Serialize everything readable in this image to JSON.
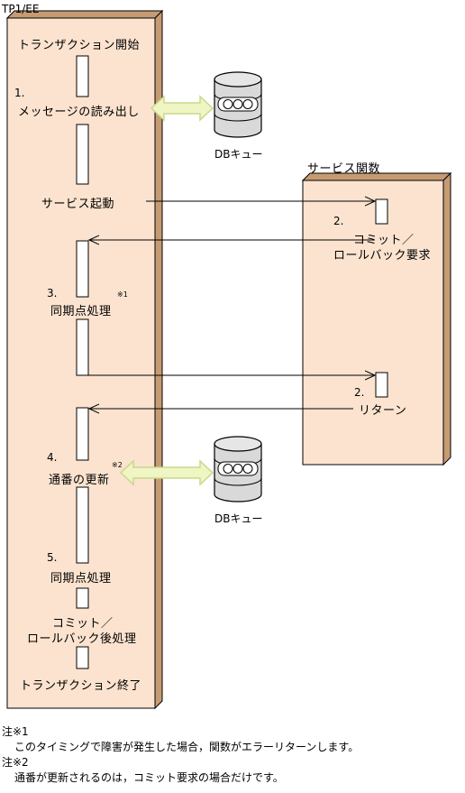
{
  "colors": {
    "box_face": "#fbe3cf",
    "box_side": "#c79b72",
    "arrow_fill": "#f0f5c4",
    "arrow_stroke": "#c8d88c",
    "db_fill": "#d9d9d9"
  },
  "tp1": {
    "title": "TP1/EE",
    "start": "トランザクション開始",
    "step1_num": "1.",
    "step1_label": "メッセージの読み出し",
    "service_start": "サービス起動",
    "step3_num": "3.",
    "step3_label": "同期点処理",
    "note_mark1": "※1",
    "step4_num": "4.",
    "step4_label": "通番の更新",
    "note_mark2": "※2",
    "step5_num": "5.",
    "step5_label": "同期点処理",
    "commit_line1": "コミット／",
    "commit_line2": "ロールバック後処理",
    "end": "トランザクション終了"
  },
  "db": {
    "label_top": "DBキュー",
    "label_bottom": "DBキュー"
  },
  "service": {
    "title": "サービス関数",
    "step2a_num": "2.",
    "step2a_line1": "コミット／",
    "step2a_line2": "ロールバック要求",
    "step2b_num": "2.",
    "step2b_label": "リターン"
  },
  "notes": {
    "note1_title": "注※1",
    "note1_text": "このタイミングで障害が発生した場合，関数がエラーリターンします。",
    "note2_title": "注※2",
    "note2_text": "通番が更新されるのは，コミット要求の場合だけです。"
  }
}
